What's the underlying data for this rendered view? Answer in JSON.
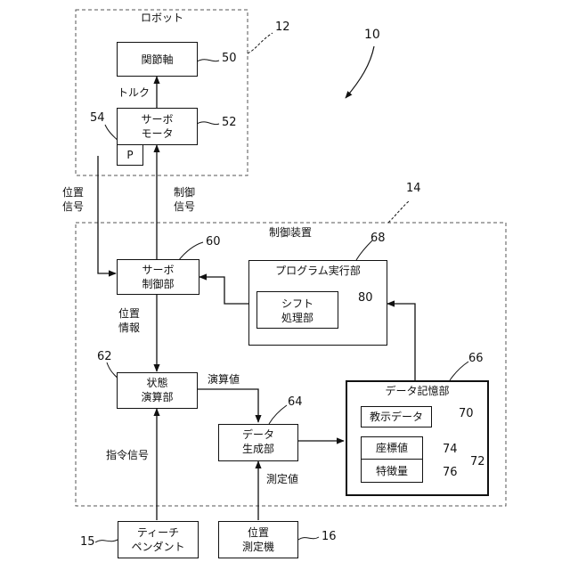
{
  "figure_number": "10",
  "robot": {
    "title": "ロボット",
    "ref": "12"
  },
  "control_device": {
    "title": "制御装置",
    "ref": "14"
  },
  "blocks": {
    "joint_axis": {
      "label": "関節軸",
      "ref": "50"
    },
    "servo_motor": {
      "line1": "サーボ",
      "line2": "モータ",
      "ref": "52"
    },
    "position_detector": {
      "label": "P",
      "ref": "54"
    },
    "servo_control": {
      "line1": "サーボ",
      "line2": "制御部",
      "ref": "60"
    },
    "state_calc": {
      "line1": "状態",
      "line2": "演算部",
      "ref": "62"
    },
    "data_gen": {
      "line1": "データ",
      "line2": "生成部",
      "ref": "64"
    },
    "data_storage": {
      "label": "データ記憶部",
      "ref": "66"
    },
    "program_exec": {
      "label": "プログラム実行部",
      "ref": "68"
    },
    "teaching_data": {
      "label": "教示データ",
      "ref": "70"
    },
    "coord_feature_group": {
      "ref": "72"
    },
    "coordinate_value": {
      "label": "座標値",
      "ref": "74"
    },
    "feature_quantity": {
      "label": "特徴量",
      "ref": "76"
    },
    "shift_processing": {
      "line1": "シフト",
      "line2": "処理部",
      "ref": "80"
    },
    "teach_pendant": {
      "line1": "ティーチ",
      "line2": "ペンダント",
      "ref": "15"
    },
    "position_meter": {
      "line1": "位置",
      "line2": "測定機",
      "ref": "16"
    }
  },
  "signals": {
    "torque": "トルク",
    "position_signal": {
      "line1": "位置",
      "line2": "信号"
    },
    "control_signal": {
      "line1": "制御",
      "line2": "信号"
    },
    "position_info": {
      "line1": "位置",
      "line2": "情報"
    },
    "calc_value": "演算値",
    "command_signal": "指令信号",
    "measured_value": "測定値"
  }
}
